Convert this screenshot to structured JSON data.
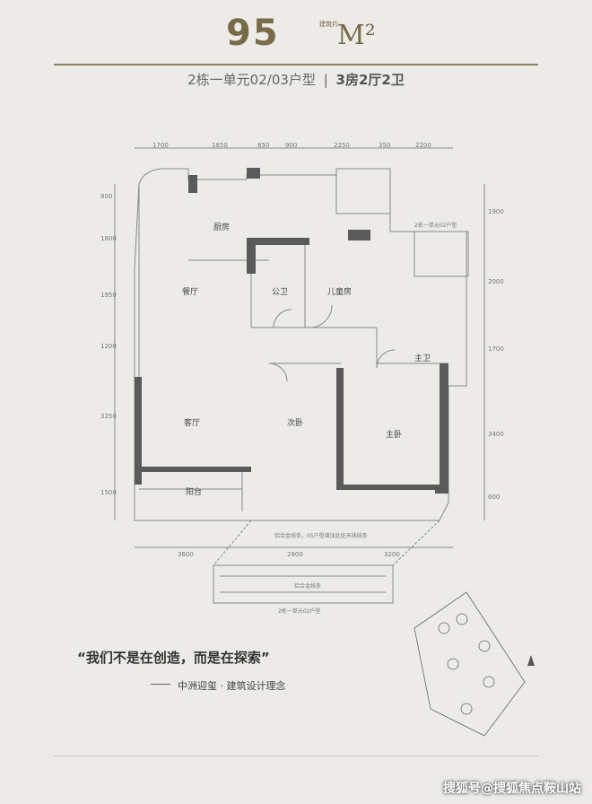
{
  "header": {
    "area_number": "95",
    "area_small": "建筑约",
    "area_unit": "M²",
    "subtitle_unit": "2栋一单元02/03户型",
    "subtitle_sep": "|",
    "subtitle_layout": "3房2厅2卫"
  },
  "floorplan": {
    "rooms": {
      "kitchen": "厨房",
      "dining": "餐厅",
      "public_bath": "公卫",
      "kids_room": "儿童房",
      "master_bath": "主卫",
      "living": "客厅",
      "second_bed": "次卧",
      "master_bed": "主卧",
      "balcony": "阳台"
    },
    "top_dims": [
      "1700",
      "1850",
      "850",
      "900",
      "2250",
      "350",
      "2200"
    ],
    "bottom_dims": [
      "3600",
      "2800",
      "3200"
    ],
    "left_dims": [
      "800",
      "1800",
      "1950",
      "1200",
      "3250",
      "1500"
    ],
    "right_dims": [
      "1900",
      "2000",
      "1700",
      "3400",
      "600"
    ],
    "note_aluminum": "铝合金线条，05户型增加此处天线线条",
    "note_inset_top": "2栋一单元02户型",
    "note_inset_bottom": "2栋一单元02户型",
    "note_aluminum_bottom": "铝合金线条"
  },
  "quote": {
    "text": "“我们不是在创造，而是在探索”",
    "tagline": "中洲迎玺 · 建筑设计理念"
  },
  "footer": {
    "watermark": "搜狐号@搜狐焦点鞍山站"
  },
  "colors": {
    "accent": "#7a6b48",
    "wall": "#5a5a5a",
    "background": "#ecebe7"
  }
}
